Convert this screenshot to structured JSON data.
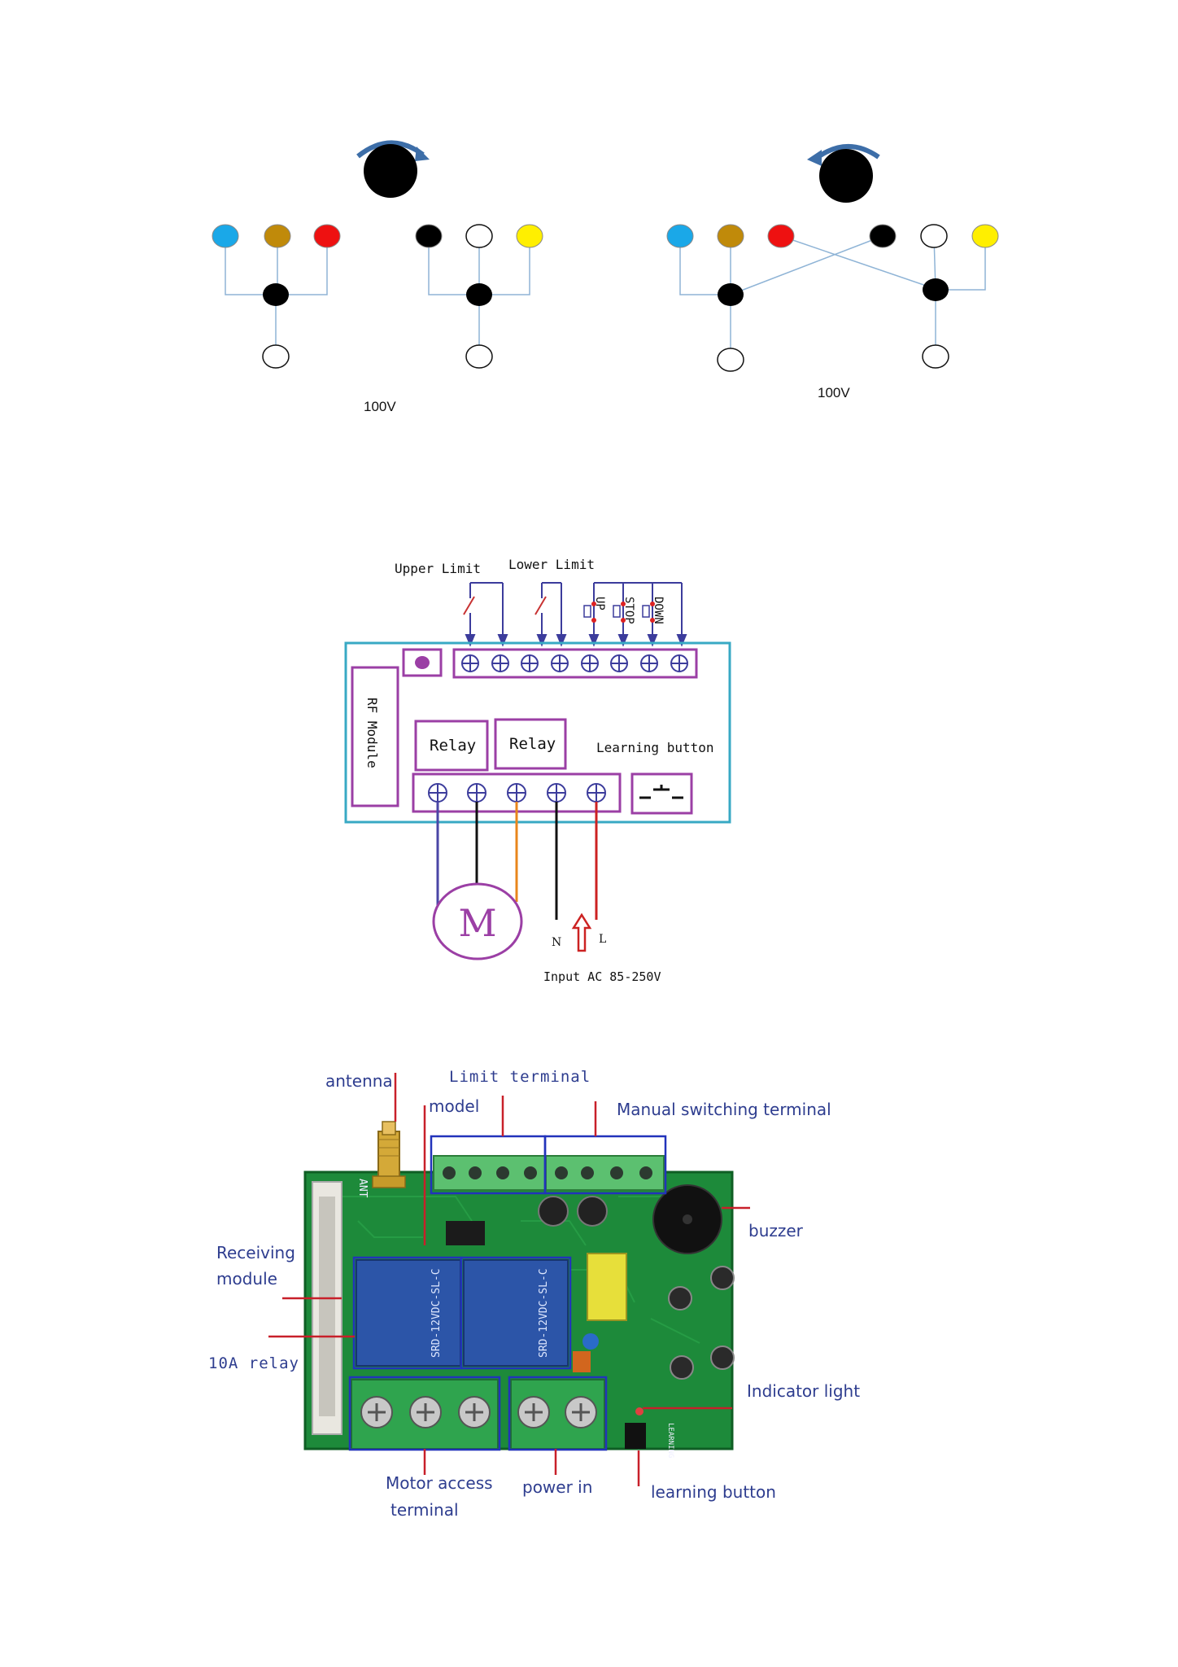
{
  "wiring_diagrams": [
    {
      "voltage_label": "100V",
      "colors": [
        "#1aa8e8",
        "#c08a0a",
        "#ee1111",
        "#000000",
        "#ffffff",
        "#ffef00"
      ]
    },
    {
      "voltage_label": "100V",
      "colors": [
        "#1aa8e8",
        "#c08a0a",
        "#ee1111",
        "#000000",
        "#ffffff",
        "#ffef00"
      ]
    }
  ],
  "schematic": {
    "upper_limit": "Upper Limit",
    "lower_limit": "Lower Limit",
    "buttons": [
      "UP",
      "STOP",
      "DOWN"
    ],
    "rf_module": "RF Module",
    "relay_1": "Relay",
    "relay_2": "Relay",
    "learning_button": "Learning button",
    "motor": "M",
    "neutral": "N",
    "live": "L",
    "input": "Input AC 85-250V",
    "colors": {
      "board": "#38a9c4",
      "module": "#9b3fa5",
      "motor_wire_1": "#4a46a6",
      "motor_wire_2": "#111111",
      "motor_wire_3": "#e8861c",
      "neutral_wire": "#111111",
      "live_wire": "#cc2222"
    }
  },
  "pcb": {
    "antenna": "antenna",
    "model": "model",
    "limit_terminal": "Limit terminal",
    "manual_switching_terminal": "Manual switching terminal",
    "buzzer": "buzzer",
    "receiving_module_1": "Receiving",
    "receiving_module_2": "module",
    "relay": "10A relay",
    "indicator_light": "Indicator light",
    "motor_access_1": "Motor access",
    "motor_access_2": "terminal",
    "power_in": "power in",
    "learning_button": "learning button",
    "board_print_ant": "ANT",
    "relay_print_1": "SRD-12VDC-SL-C",
    "relay_print_2": "SRD-12VDC-SL-C",
    "board_print_learning": "LEARNING",
    "colors": {
      "label": "#2e3d8f",
      "leader": "#c8202a",
      "box": "#2233bb",
      "board": "#1d8a3a"
    }
  }
}
